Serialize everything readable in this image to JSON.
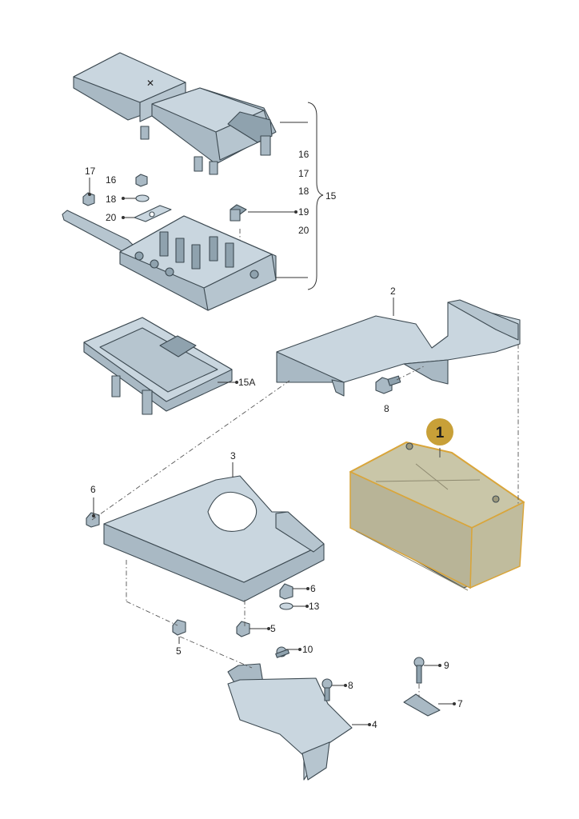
{
  "colors": {
    "part_fill": "#c9d6df",
    "part_shade": "#a9b9c4",
    "part_dark": "#8fa2ae",
    "battery_fill": "#c9c6a8",
    "battery_outline": "#d9a53a",
    "badge_fill": "#c8a038"
  },
  "badge": {
    "label": "1"
  },
  "labels": {
    "l2": "2",
    "l3": "3",
    "l4": "4",
    "l5a": "5",
    "l5b": "5",
    "l6a": "6",
    "l6b": "6",
    "l7": "7",
    "l8a": "8",
    "l8b": "8",
    "l9": "9",
    "l10": "10",
    "l13": "13",
    "l15": "15",
    "l15a": "15A",
    "l16": "16",
    "l16list": "16",
    "l17": "17",
    "l17list": "17",
    "l18": "18",
    "l18list": "18",
    "l19": "19",
    "l20": "20",
    "l20list": "20"
  }
}
